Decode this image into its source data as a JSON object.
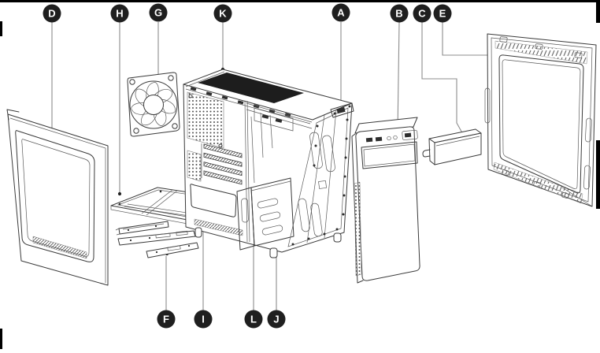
{
  "diagram": {
    "subject": "Exploded parts diagram of a mid-tower computer case",
    "callouts": [
      {
        "letter": "D"
      },
      {
        "letter": "H"
      },
      {
        "letter": "G"
      },
      {
        "letter": "K"
      },
      {
        "letter": "A"
      },
      {
        "letter": "B"
      },
      {
        "letter": "C"
      },
      {
        "letter": "E"
      },
      {
        "letter": "F"
      },
      {
        "letter": "I"
      },
      {
        "letter": "L"
      },
      {
        "letter": "J"
      }
    ],
    "colors": {
      "background": "#ffffff",
      "label_bg": "#1f1f1f",
      "label_text": "#ffffff",
      "line_art": "#3a3a3a",
      "leader_line": "#8c8c8c",
      "mesh_dark": "#1d1d1d"
    }
  }
}
